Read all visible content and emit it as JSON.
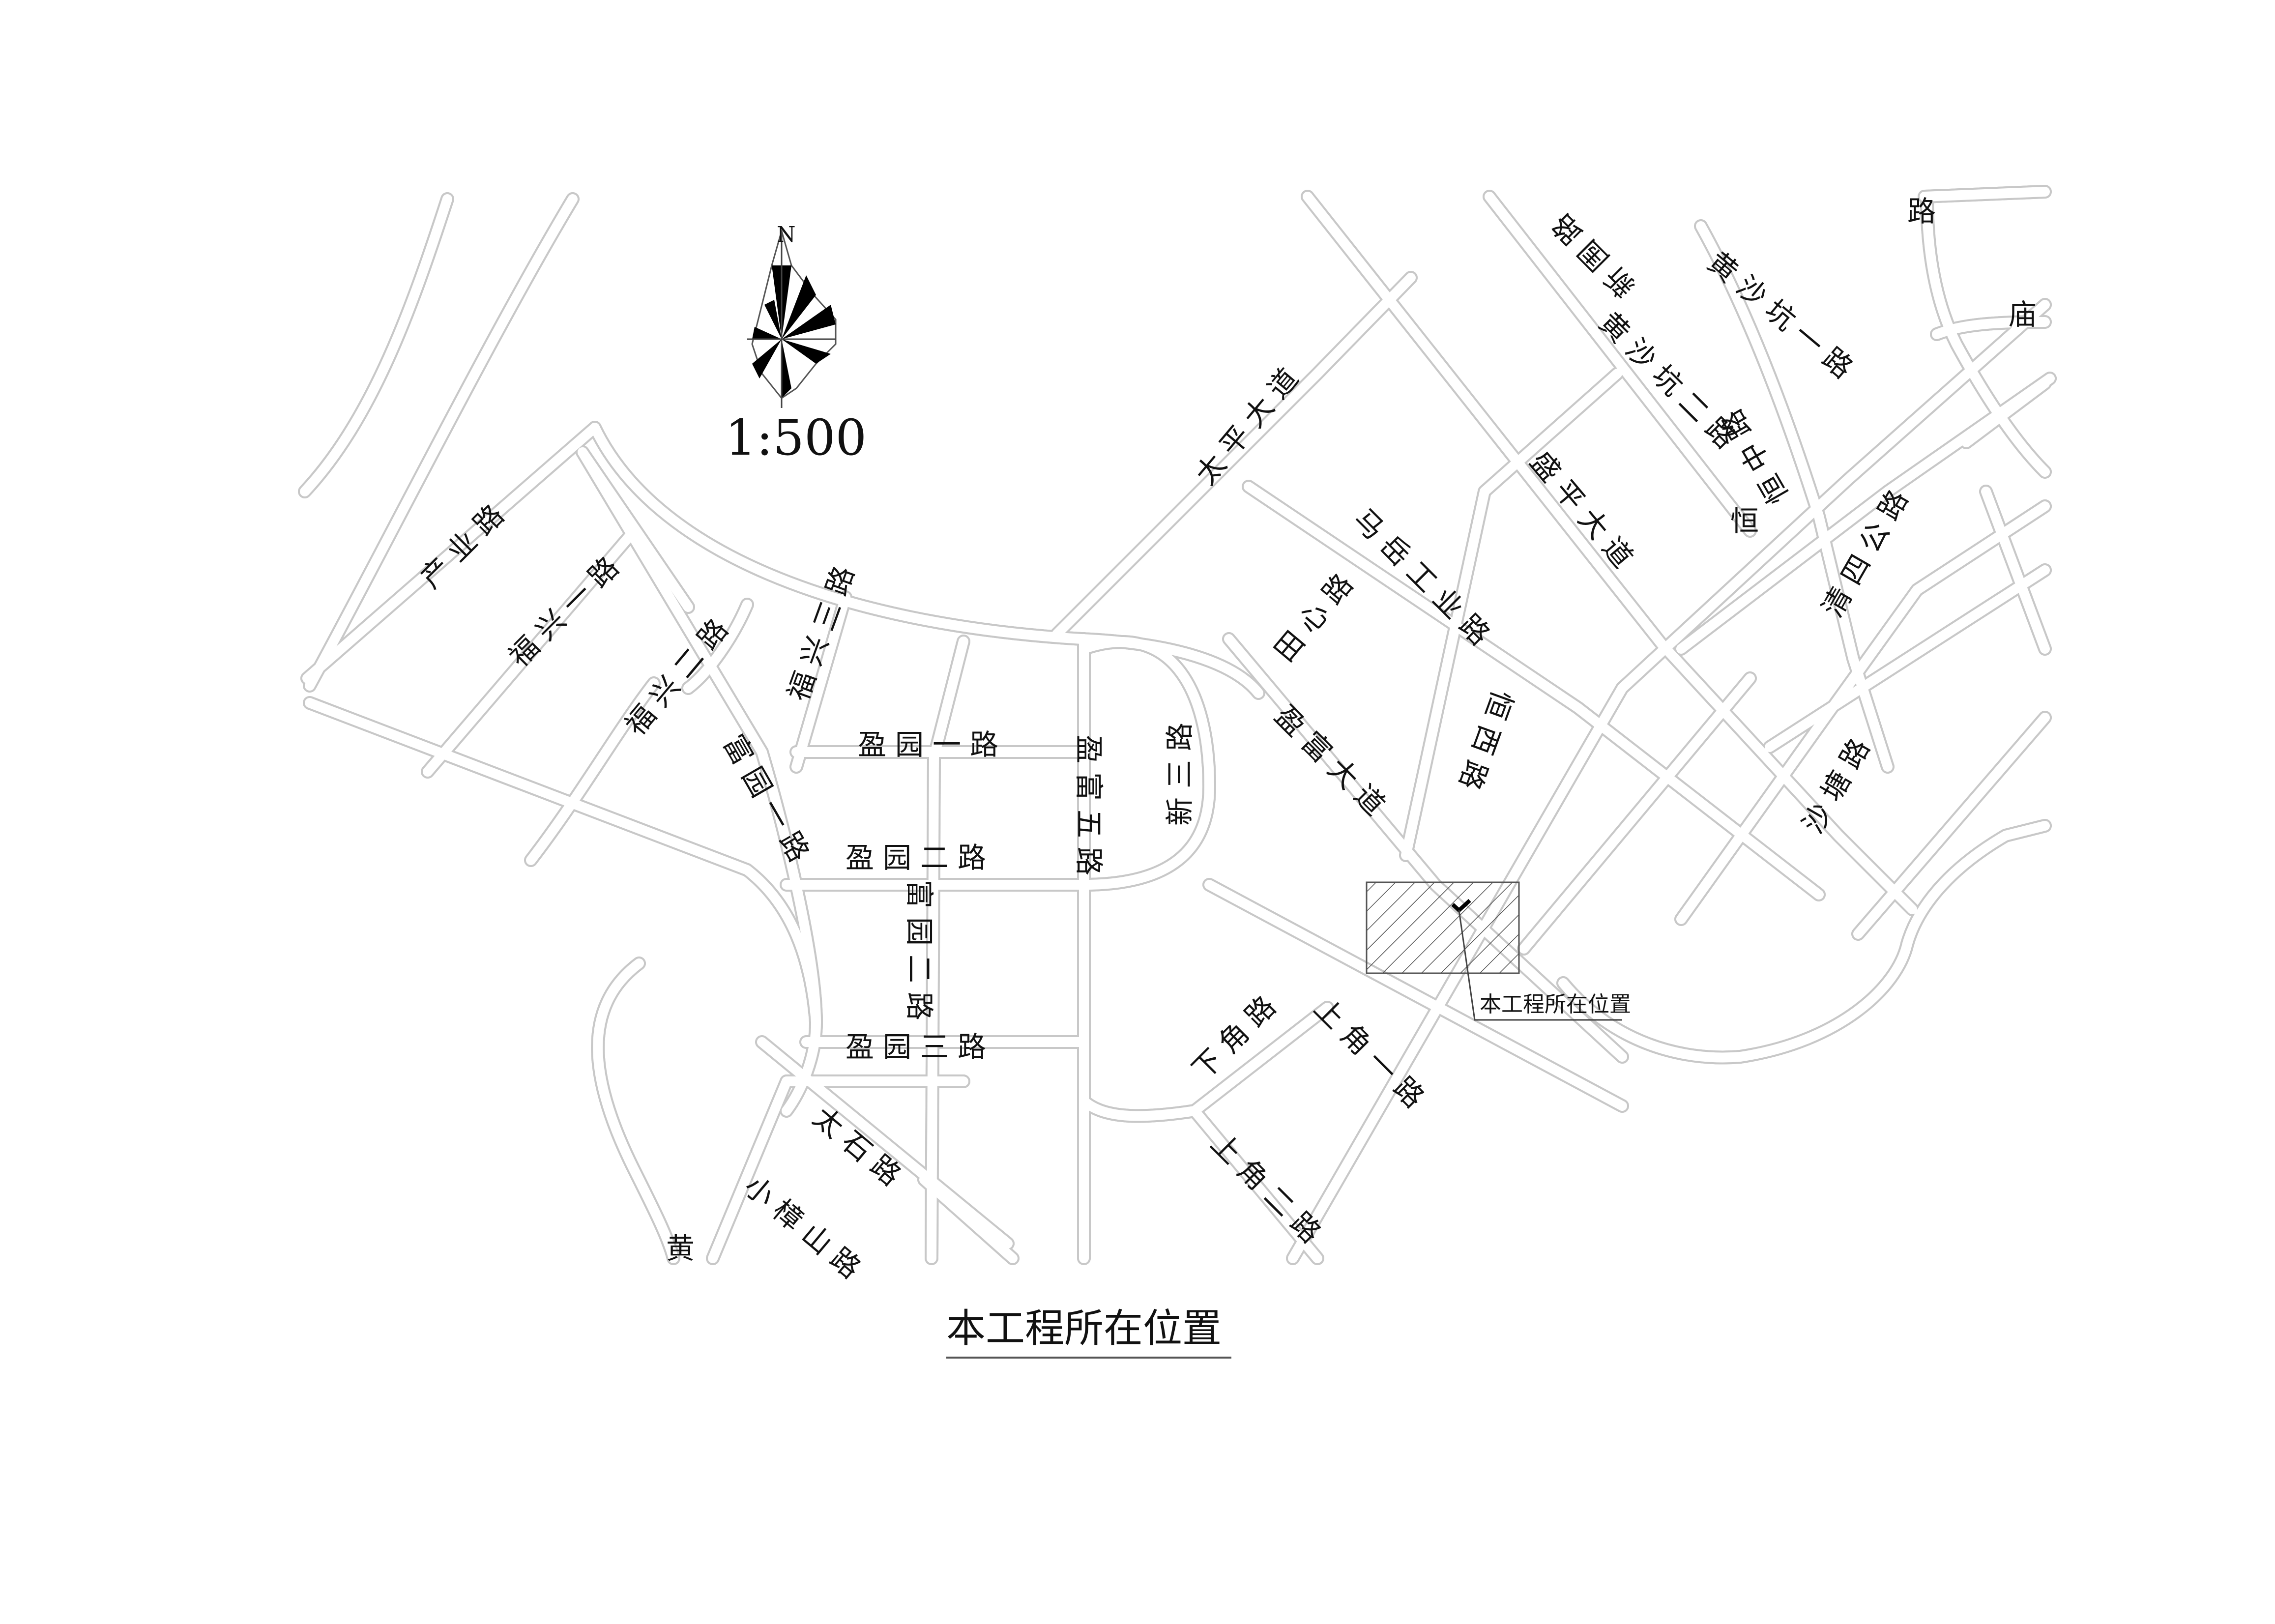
{
  "map": {
    "scale": "1:500",
    "north": "N",
    "caption": "本工程所在位置",
    "site_label": "本工程所在位置",
    "roads": {
      "chanye": "产业路",
      "fuxing1": "福兴一路",
      "fuxing2": "福兴二路",
      "fuxing3": "福兴三路",
      "fuyuan1": "富园一路",
      "fuyuan2": "富园二路",
      "yingyuan1": "盈园一路",
      "yingyuan2": "盈园二路",
      "yingyuan3": "盈园三路",
      "yingfu5": "盈富五路",
      "taiping": "太平大道",
      "majue": "马岳工业路",
      "tianxin": "田心路",
      "xinsan": "新三路",
      "yingfu": "盈富大道",
      "henxi": "恒西路",
      "shengping": "盛平大道",
      "xinwei": "新围路",
      "huangshakeng2": "黄沙坑二路",
      "huangshakeng1": "黄沙坑一路",
      "henzhong": "恒中路",
      "henzhongb": "恒",
      "qingsi": "清四公路",
      "shatang": "沙塘路",
      "xiajiao": "下角路",
      "shangjiao1": "上角一路",
      "shangjiao2": "上角二路",
      "taishi": "太石路",
      "xiaozhangshan": "小樟山路",
      "miao": "庙",
      "lu_top": "路",
      "edge_left": "黄"
    }
  }
}
